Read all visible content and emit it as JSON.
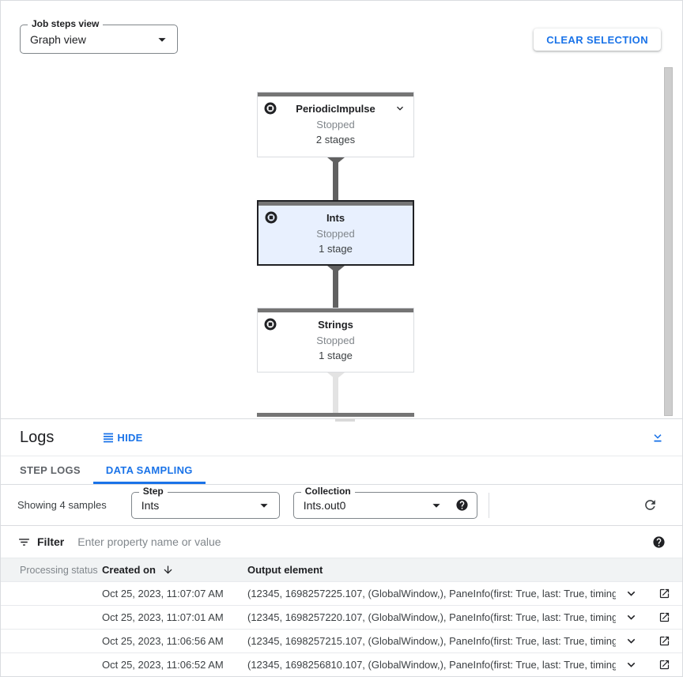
{
  "toolbar": {
    "job_steps_view": {
      "label": "Job steps view",
      "value": "Graph view"
    },
    "clear_selection_label": "CLEAR SELECTION"
  },
  "graph": {
    "nodes": [
      {
        "title": "PeriodicImpulse",
        "status": "Stopped",
        "stages": "2 stages",
        "selected": false
      },
      {
        "title": "Ints",
        "status": "Stopped",
        "stages": "1 stage",
        "selected": true
      },
      {
        "title": "Strings",
        "status": "Stopped",
        "stages": "1 stage",
        "selected": false
      }
    ]
  },
  "logs_panel": {
    "title": "Logs",
    "hide_label": "HIDE",
    "tabs": [
      {
        "label": "STEP LOGS",
        "active": false
      },
      {
        "label": "DATA SAMPLING",
        "active": true
      }
    ],
    "sampling_toolbar": {
      "showing_text": "Showing 4 samples",
      "step": {
        "label": "Step",
        "value": "Ints"
      },
      "collection": {
        "label": "Collection",
        "value": "Ints.out0"
      }
    },
    "filter": {
      "label": "Filter",
      "placeholder": "Enter property name or value"
    },
    "table": {
      "columns": {
        "processing_status": "Processing status",
        "created_on": "Created on",
        "output_element": "Output element"
      },
      "rows": [
        {
          "created_on": "Oct 25, 2023, 11:07:07 AM",
          "output_element": "(12345, 1698257225.107, (GlobalWindow,), PaneInfo(first: True, last: True, timing..."
        },
        {
          "created_on": "Oct 25, 2023, 11:07:01 AM",
          "output_element": "(12345, 1698257220.107, (GlobalWindow,), PaneInfo(first: True, last: True, timing..."
        },
        {
          "created_on": "Oct 25, 2023, 11:06:56 AM",
          "output_element": "(12345, 1698257215.107, (GlobalWindow,), PaneInfo(first: True, last: True, timing..."
        },
        {
          "created_on": "Oct 25, 2023, 11:06:52 AM",
          "output_element": "(12345, 1698256810.107, (GlobalWindow,), PaneInfo(first: True, last: True, timing..."
        }
      ]
    }
  },
  "colors": {
    "accent_blue": "#1a73e8",
    "selected_node_bg": "#e8f0fe",
    "node_top_bar": "#757575",
    "status_dot": "#5f6368"
  }
}
